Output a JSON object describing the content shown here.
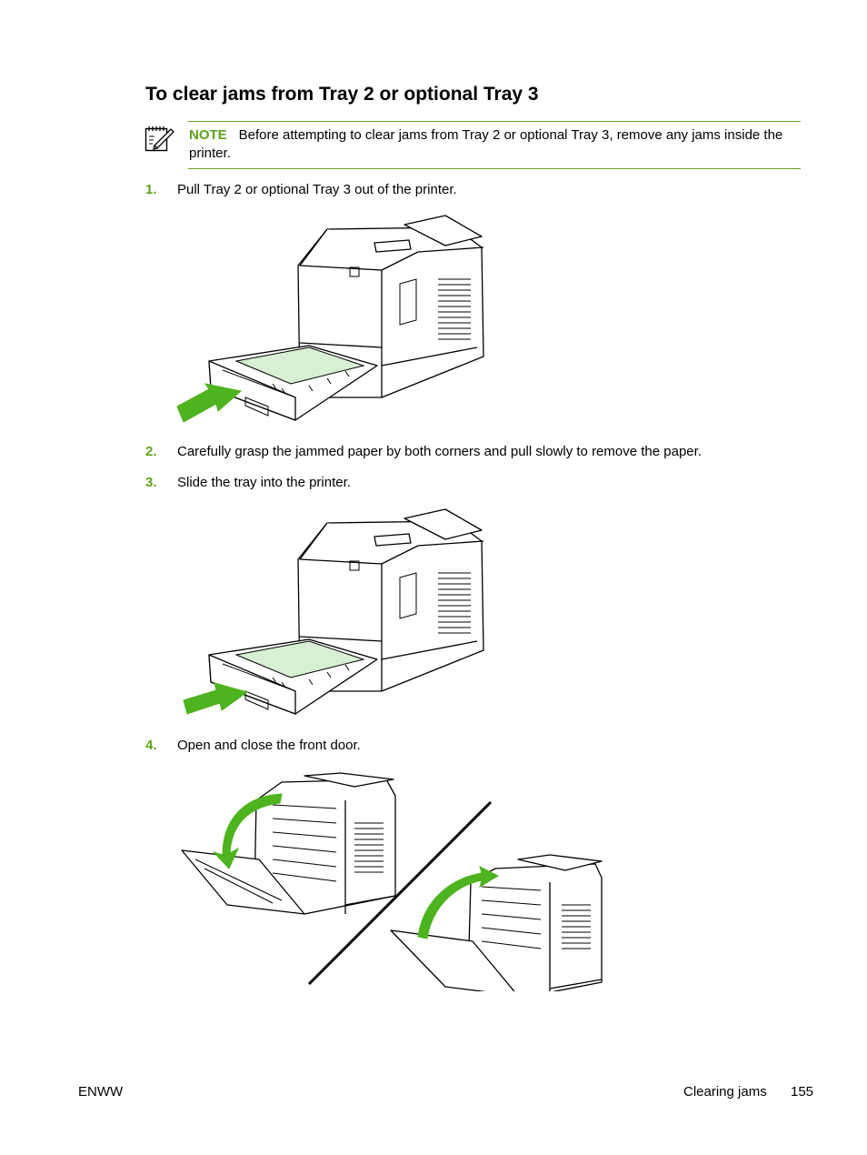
{
  "section_title": "To clear jams from Tray 2 or optional Tray 3",
  "note": {
    "label": "NOTE",
    "text": "Before attempting to clear jams from Tray 2 or optional Tray 3, remove any jams inside the printer.",
    "icon": "note-pencil-icon"
  },
  "steps": [
    {
      "number": "1.",
      "text": "Pull Tray 2 or optional Tray 3 out of the printer."
    },
    {
      "number": "2.",
      "text": "Carefully grasp the jammed paper by both corners and pull slowly to remove the paper."
    },
    {
      "number": "3.",
      "text": "Slide the tray into the printer."
    },
    {
      "number": "4.",
      "text": "Open and close the front door."
    }
  ],
  "footer": {
    "left": "ENWW",
    "section": "Clearing jams",
    "page": "155"
  },
  "colors": {
    "accent": "#5ea21a",
    "arrow": "#4db31f",
    "paper": "#d7efd2"
  }
}
